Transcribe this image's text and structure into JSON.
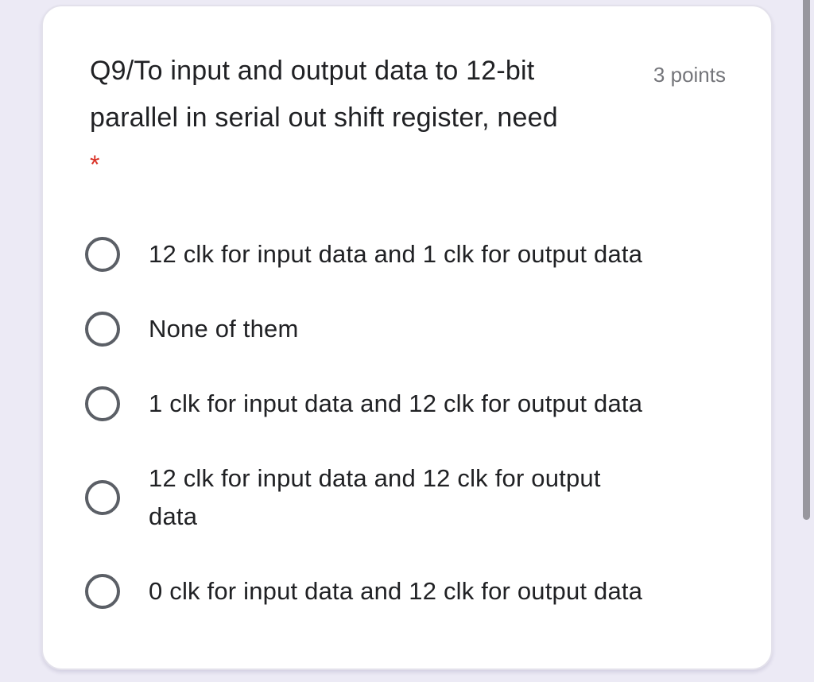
{
  "question": {
    "lines": [
      "Q9/To input and output data to 12-bit",
      "parallel in serial out shift register, need"
    ],
    "required_marker": "*",
    "points_label": "3 points"
  },
  "options": [
    {
      "lines": [
        "12 clk for input data and 1 clk for output data"
      ]
    },
    {
      "lines": [
        "None of them"
      ]
    },
    {
      "lines": [
        "1 clk for input data and 12 clk for output data"
      ]
    },
    {
      "lines": [
        "12 clk for input data and 12 clk for output",
        "data"
      ]
    },
    {
      "lines": [
        "0 clk for input data and 12 clk for output data"
      ]
    }
  ],
  "colors": {
    "background": "#eceaf5",
    "card": "#ffffff",
    "text": "#202124",
    "points_text": "#74757a",
    "required_red": "#d93025",
    "radio_border": "#5b5f66",
    "scrollbar": "#98979e"
  }
}
